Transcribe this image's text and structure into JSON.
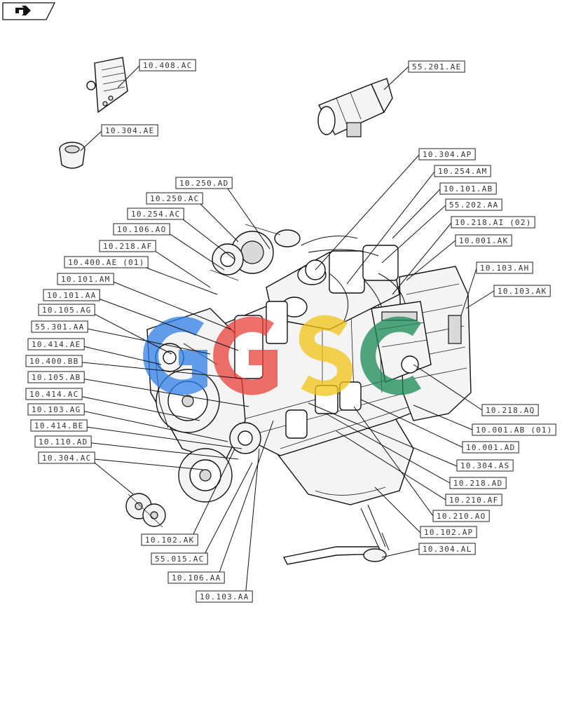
{
  "nav_icon": "back-arrow-icon",
  "watermark": {
    "letters": [
      "G",
      "G",
      "S",
      "C"
    ],
    "colors": [
      "#2f7fe6",
      "#e8403a",
      "#f2c315",
      "#1a8a55"
    ]
  },
  "labels": [
    {
      "code": "10.408.AC",
      "name": "callout-10-408-ac"
    },
    {
      "code": "55.201.AE",
      "name": "callout-55-201-ae"
    },
    {
      "code": "10.304.AE",
      "name": "callout-10-304-ae"
    },
    {
      "code": "10.304.AP",
      "name": "callout-10-304-ap"
    },
    {
      "code": "10.254.AM",
      "name": "callout-10-254-am"
    },
    {
      "code": "10.250.AD",
      "name": "callout-10-250-ad"
    },
    {
      "code": "10.101.AB",
      "name": "callout-10-101-ab"
    },
    {
      "code": "10.250.AC",
      "name": "callout-10-250-ac"
    },
    {
      "code": "55.202.AA",
      "name": "callout-55-202-aa"
    },
    {
      "code": "10.254.AC",
      "name": "callout-10-254-ac"
    },
    {
      "code": "10.218.AI (02)",
      "name": "callout-10-218-ai-02"
    },
    {
      "code": "10.106.AO",
      "name": "callout-10-106-ao"
    },
    {
      "code": "10.001.AK",
      "name": "callout-10-001-ak"
    },
    {
      "code": "10.218.AF",
      "name": "callout-10-218-af"
    },
    {
      "code": "10.400.AE (01)",
      "name": "callout-10-400-ae-01"
    },
    {
      "code": "10.103.AH",
      "name": "callout-10-103-ah"
    },
    {
      "code": "10.101.AM",
      "name": "callout-10-101-am"
    },
    {
      "code": "10.103.AK",
      "name": "callout-10-103-ak"
    },
    {
      "code": "10.101.AA",
      "name": "callout-10-101-aa"
    },
    {
      "code": "10.105.AG",
      "name": "callout-10-105-ag"
    },
    {
      "code": "55.301.AA",
      "name": "callout-55-301-aa"
    },
    {
      "code": "10.414.AE",
      "name": "callout-10-414-ae"
    },
    {
      "code": "10.400.BB",
      "name": "callout-10-400-bb"
    },
    {
      "code": "10.105.AB",
      "name": "callout-10-105-ab"
    },
    {
      "code": "10.414.AC",
      "name": "callout-10-414-ac"
    },
    {
      "code": "10.218.AQ",
      "name": "callout-10-218-aq"
    },
    {
      "code": "10.103.AG",
      "name": "callout-10-103-ag"
    },
    {
      "code": "10.001.AB (01)",
      "name": "callout-10-001-ab-01"
    },
    {
      "code": "10.414.BE",
      "name": "callout-10-414-be"
    },
    {
      "code": "10.001.AD",
      "name": "callout-10-001-ad"
    },
    {
      "code": "10.110.AD",
      "name": "callout-10-110-ad"
    },
    {
      "code": "10.304.AC",
      "name": "callout-10-304-ac"
    },
    {
      "code": "10.304.AS",
      "name": "callout-10-304-as"
    },
    {
      "code": "10.218.AD",
      "name": "callout-10-218-ad"
    },
    {
      "code": "10.210.AF",
      "name": "callout-10-210-af"
    },
    {
      "code": "10.210.AO",
      "name": "callout-10-210-ao"
    },
    {
      "code": "10.102.AP",
      "name": "callout-10-102-ap"
    },
    {
      "code": "10.102.AK",
      "name": "callout-10-102-ak"
    },
    {
      "code": "10.304.AL",
      "name": "callout-10-304-al"
    },
    {
      "code": "55.015.AC",
      "name": "callout-55-015-ac"
    },
    {
      "code": "10.106.AA",
      "name": "callout-10-106-aa"
    },
    {
      "code": "10.103.AA",
      "name": "callout-10-103-aa"
    }
  ]
}
